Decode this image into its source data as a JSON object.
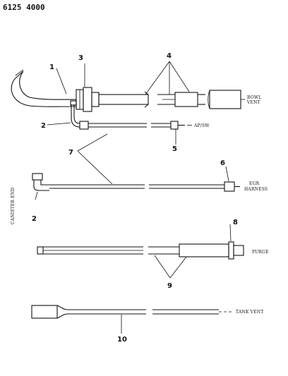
{
  "header": {
    "code": "6125 4000"
  },
  "callouts": {
    "c1": "1",
    "c2a": "2",
    "c2b": "2",
    "c3": "3",
    "c4": "4",
    "c5": "5",
    "c6": "6",
    "c7": "7",
    "c8": "8",
    "c9": "9",
    "c10": "10"
  },
  "labels": {
    "bowl_vent_1": "BOWL",
    "bowl_vent_2": "VENT",
    "ap_sw": "AP/SW",
    "egr_1": "EGR",
    "egr_2": "HARNESS",
    "canister_end": "CANISTER END",
    "purge": "PURGE",
    "tank_vent": "TANK VENT"
  }
}
